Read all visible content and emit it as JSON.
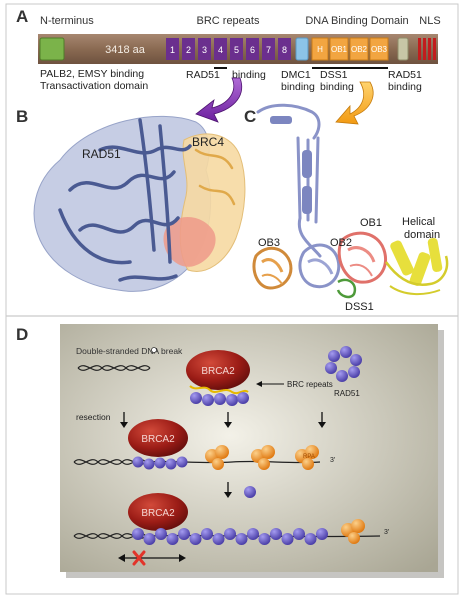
{
  "panel_labels": {
    "a": "A",
    "b": "B",
    "c": "C",
    "d": "D"
  },
  "panel_a": {
    "n_terminus": "N-terminus",
    "length": "3418 aa",
    "brc_title": "BRC repeats",
    "dbd_title": "DNA Binding Domain",
    "nls": "NLS",
    "brc_numbers": [
      "1",
      "2",
      "3",
      "4",
      "5",
      "6",
      "7",
      "8"
    ],
    "dbd_segments": [
      "H",
      "OB1",
      "OB2",
      "OB3"
    ],
    "palb2_line1": "PALB2, EMSY binding",
    "palb2_line2": "Transactivation domain",
    "rad51_binding_label": "RAD51",
    "binding_word": "binding",
    "dmc1": "DMC1",
    "dss1": "DSS1",
    "rad51_c": "RAD51",
    "colors": {
      "bar": "#8a6a52",
      "n_domain": "#7bb34a",
      "brc": "#6b2f8e",
      "dmc1": "#8cc4e8",
      "dbd": "#f2a541",
      "rad51_c_box": "#c8c6a6",
      "nls": "#c21d1d"
    }
  },
  "panel_b": {
    "rad51": "RAD51",
    "brc4": "BRC4"
  },
  "panel_c": {
    "ob3": "OB3",
    "ob2": "OB2",
    "ob1": "OB1",
    "helical_line1": "Helical",
    "helical_line2": "domain",
    "dss1": "DSS1"
  },
  "panel_d": {
    "ds_break": "Double-stranded DNA break",
    "brca2": "BRCA2",
    "brc_repeats": "BRC repeats",
    "rad51": "RAD51",
    "resection": "resection",
    "rpa": "RPA",
    "three_prime": "3'"
  }
}
